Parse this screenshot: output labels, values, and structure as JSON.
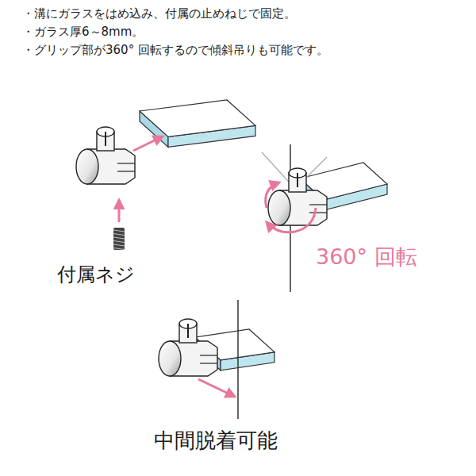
{
  "diagram": {
    "labels": [
      "・溝にガラスをはめ込み、付属の止めねじで固定。",
      "・ガラス厚6～8mm。",
      "・グリップ部が360° 回転するので傾斜吊りも可能です。",
      "付属ネジ",
      "360° 回転",
      "中間脱着可能"
    ]
  }
}
